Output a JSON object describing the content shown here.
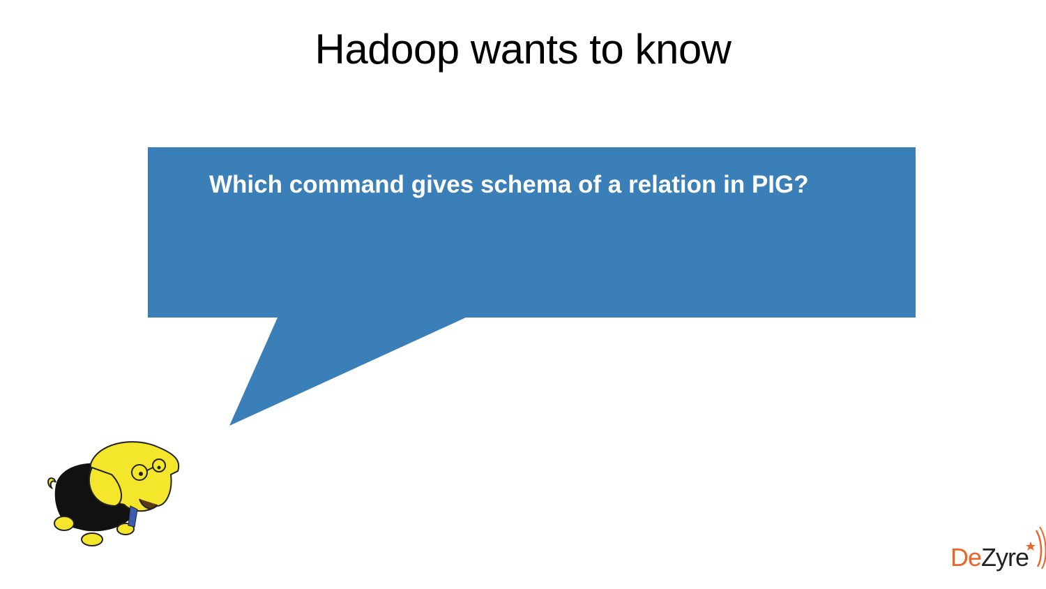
{
  "slide": {
    "title": "Hadoop wants to know",
    "callout": {
      "text": "Which command gives schema of a relation in PIG?",
      "fill_color": "#3b7fb8",
      "text_color": "#ffffff"
    },
    "mascot": {
      "icon": "hadoop-elephant-icon",
      "description": "Yellow Hadoop elephant with glasses and suit"
    },
    "logo": {
      "part1": "De",
      "part2": "Zyre",
      "part1_color": "#e8662a",
      "part2_color": "#222222"
    }
  }
}
